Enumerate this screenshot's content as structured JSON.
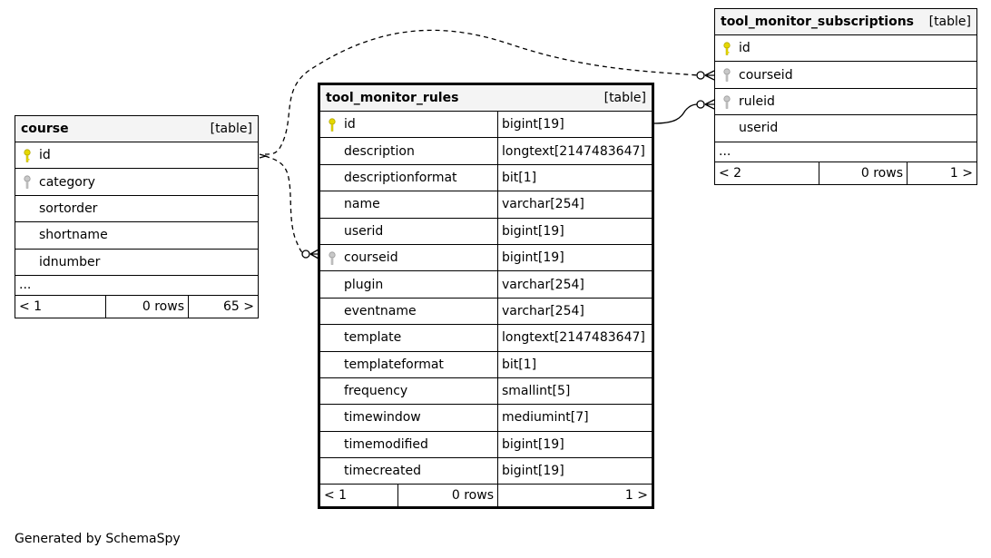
{
  "tables": {
    "course": {
      "name": "course",
      "type": "[table]",
      "columns": [
        {
          "name": "id"
        },
        {
          "name": "category"
        },
        {
          "name": "sortorder"
        },
        {
          "name": "shortname"
        },
        {
          "name": "idnumber"
        }
      ],
      "more": "...",
      "footer": {
        "prev": "< 1",
        "rows": "0 rows",
        "next": "65 >"
      }
    },
    "tool_monitor_rules": {
      "name": "tool_monitor_rules",
      "type": "[table]",
      "columns": [
        {
          "name": "id",
          "type": "bigint[19]"
        },
        {
          "name": "description",
          "type": "longtext[2147483647]"
        },
        {
          "name": "descriptionformat",
          "type": "bit[1]"
        },
        {
          "name": "name",
          "type": "varchar[254]"
        },
        {
          "name": "userid",
          "type": "bigint[19]"
        },
        {
          "name": "courseid",
          "type": "bigint[19]"
        },
        {
          "name": "plugin",
          "type": "varchar[254]"
        },
        {
          "name": "eventname",
          "type": "varchar[254]"
        },
        {
          "name": "template",
          "type": "longtext[2147483647]"
        },
        {
          "name": "templateformat",
          "type": "bit[1]"
        },
        {
          "name": "frequency",
          "type": "smallint[5]"
        },
        {
          "name": "timewindow",
          "type": "mediumint[7]"
        },
        {
          "name": "timemodified",
          "type": "bigint[19]"
        },
        {
          "name": "timecreated",
          "type": "bigint[19]"
        }
      ],
      "footer": {
        "prev": "< 1",
        "rows": "0 rows",
        "next": "1 >"
      }
    },
    "tool_monitor_subscriptions": {
      "name": "tool_monitor_subscriptions",
      "type": "[table]",
      "columns": [
        {
          "name": "id"
        },
        {
          "name": "courseid"
        },
        {
          "name": "ruleid"
        },
        {
          "name": "userid"
        }
      ],
      "more": "...",
      "footer": {
        "prev": "< 2",
        "rows": "0 rows",
        "next": "1 >"
      }
    }
  },
  "generated_by": "Generated by SchemaSpy",
  "colors": {
    "primary_key": "#e6d800",
    "foreign_key": "#a9a9a9",
    "header_bg": "#f4f4f4"
  }
}
